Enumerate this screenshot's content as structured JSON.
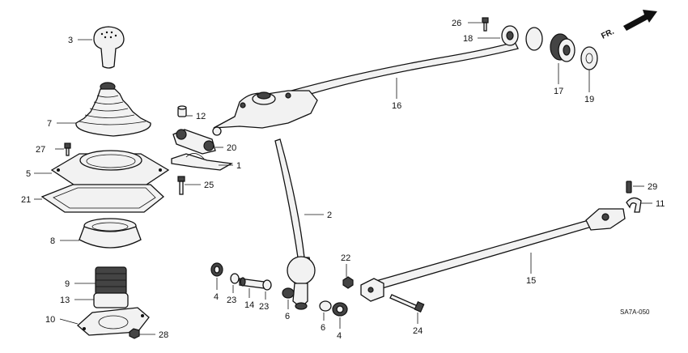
{
  "diagram_code": "SA7A-050",
  "front_marker": "FR.",
  "callouts": [
    {
      "id": "c3",
      "text": "3"
    },
    {
      "id": "c7",
      "text": "7"
    },
    {
      "id": "c27",
      "text": "27"
    },
    {
      "id": "c5",
      "text": "5"
    },
    {
      "id": "c21",
      "text": "21"
    },
    {
      "id": "c8",
      "text": "8"
    },
    {
      "id": "c9",
      "text": "9"
    },
    {
      "id": "c13",
      "text": "13"
    },
    {
      "id": "c10",
      "text": "10"
    },
    {
      "id": "c28",
      "text": "28"
    },
    {
      "id": "c12",
      "text": "12"
    },
    {
      "id": "c20",
      "text": "20"
    },
    {
      "id": "c1",
      "text": "1"
    },
    {
      "id": "c25",
      "text": "25"
    },
    {
      "id": "c2",
      "text": "2"
    },
    {
      "id": "c16",
      "text": "16"
    },
    {
      "id": "c26",
      "text": "26"
    },
    {
      "id": "c18",
      "text": "18"
    },
    {
      "id": "c17",
      "text": "17"
    },
    {
      "id": "c19",
      "text": "19"
    },
    {
      "id": "c29",
      "text": "29"
    },
    {
      "id": "c11",
      "text": "11"
    },
    {
      "id": "c15",
      "text": "15"
    },
    {
      "id": "c22",
      "text": "22"
    },
    {
      "id": "c24",
      "text": "24"
    },
    {
      "id": "c4a",
      "text": "4"
    },
    {
      "id": "c23a",
      "text": "23"
    },
    {
      "id": "c14",
      "text": "14"
    },
    {
      "id": "c23b",
      "text": "23"
    },
    {
      "id": "c6a",
      "text": "6"
    },
    {
      "id": "c6b",
      "text": "6"
    },
    {
      "id": "c4b",
      "text": "4"
    }
  ]
}
